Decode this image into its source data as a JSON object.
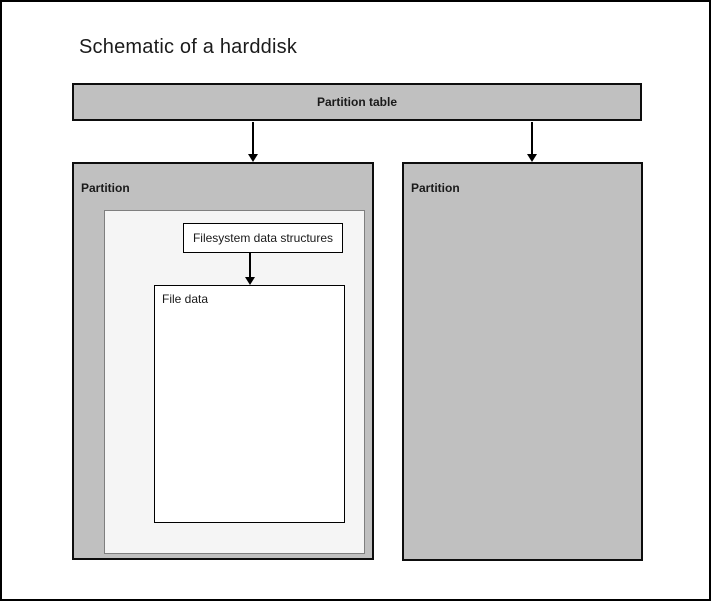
{
  "title": "Schematic of a harddisk",
  "nodes": {
    "partition_table": {
      "label": "Partition table"
    },
    "partition_left": {
      "label": "Partition"
    },
    "partition_right": {
      "label": "Partition"
    },
    "filesystem": {
      "label": "Filesystem data structures"
    },
    "file_data": {
      "label": "File data"
    }
  },
  "edges": [
    {
      "from": "partition_table",
      "to": "partition_left",
      "type": "arrow-down"
    },
    {
      "from": "partition_table",
      "to": "partition_right",
      "type": "arrow-down"
    },
    {
      "from": "filesystem",
      "to": "file_data",
      "type": "arrow-down"
    }
  ],
  "colors": {
    "canvas_background": "#ffffff",
    "canvas_border": "#000000",
    "partition_fill": "#c0c0c0",
    "partition_border": "#0d0d0d",
    "inner_container_fill": "#f5f5f5",
    "inner_container_border": "#7f7f7f",
    "node_fill": "#ffffff",
    "node_border": "#000000",
    "arrow_color": "#000000",
    "text_color": "#1a1a1a"
  }
}
